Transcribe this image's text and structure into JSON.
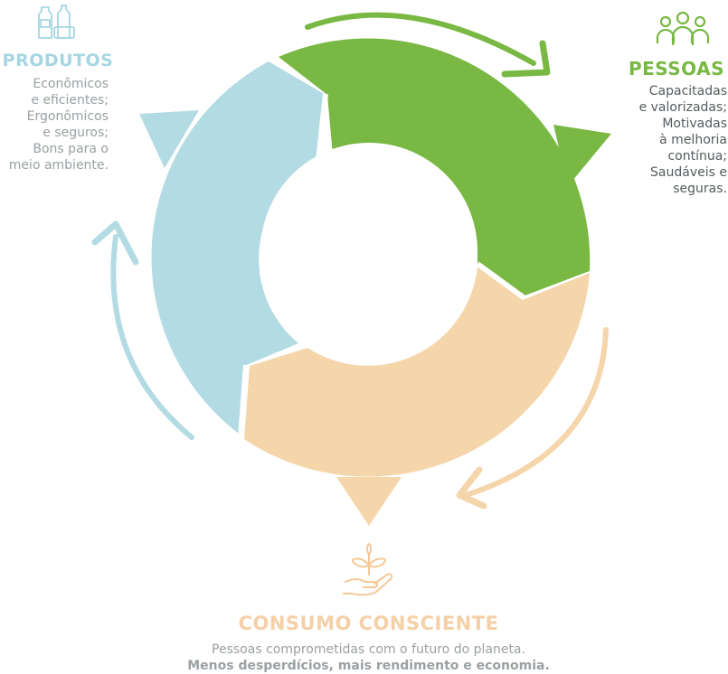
{
  "colors": {
    "blue": "#b3dbe3",
    "green": "#78b843",
    "peach": "#f5d5aa",
    "blue_text": "#a6d6e1",
    "peach_text": "#f5d0a6",
    "gray_text": "#9aa0a3",
    "dark_text": "#555b5e"
  },
  "produtos": {
    "icon": "bottles-icon",
    "title": "PRODUTOS",
    "lines": [
      "Econômicos",
      "e eficientes;",
      "Ergonômicos",
      "e seguros;",
      "Bons para o",
      "meio ambiente."
    ]
  },
  "pessoas": {
    "icon": "people-icon",
    "title": "PESSOAS",
    "lines": [
      "Capacitadas",
      "e valorizadas;",
      "Motivadas",
      "à melhoria",
      "contínua;",
      "Saudáveis e",
      "seguras."
    ]
  },
  "consumo": {
    "icon": "plant-hand-icon",
    "title": "CONSUMO CONSCIENTE",
    "line1": "Pessoas comprometidas com o futuro do planeta.",
    "line2": "Menos desperdícios, mais rendimento e economia."
  }
}
